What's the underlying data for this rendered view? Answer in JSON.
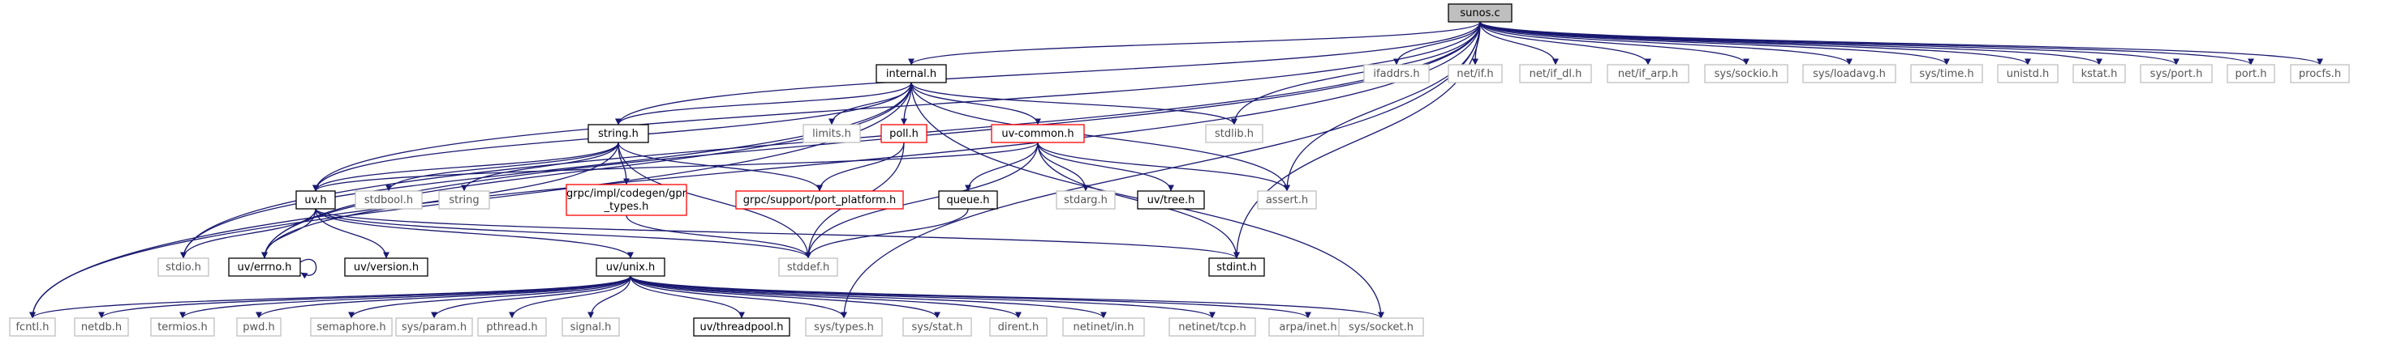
{
  "colors": {
    "edge": "#191970",
    "border_default": "#000000",
    "border_missing": "#bfbfbf",
    "border_red": "#ff0000",
    "root_fill": "#bfbfbf",
    "text_default": "#000000",
    "text_missing": "#555555"
  },
  "nodes": [
    {
      "id": "sunos_c",
      "label": "sunos.c",
      "kind": "root"
    },
    {
      "id": "internal_h",
      "label": "internal.h",
      "kind": "normal"
    },
    {
      "id": "ifaddrs_h",
      "label": "ifaddrs.h",
      "kind": "missing"
    },
    {
      "id": "net_if_h",
      "label": "net/if.h",
      "kind": "missing"
    },
    {
      "id": "net_if_dl_h",
      "label": "net/if_dl.h",
      "kind": "missing"
    },
    {
      "id": "net_if_arp_h",
      "label": "net/if_arp.h",
      "kind": "missing"
    },
    {
      "id": "sys_sockio_h",
      "label": "sys/sockio.h",
      "kind": "missing"
    },
    {
      "id": "sys_loadavg_h",
      "label": "sys/loadavg.h",
      "kind": "missing"
    },
    {
      "id": "sys_time_h",
      "label": "sys/time.h",
      "kind": "missing"
    },
    {
      "id": "unistd_h",
      "label": "unistd.h",
      "kind": "missing"
    },
    {
      "id": "kstat_h",
      "label": "kstat.h",
      "kind": "missing"
    },
    {
      "id": "sys_port_h",
      "label": "sys/port.h",
      "kind": "missing"
    },
    {
      "id": "port_h",
      "label": "port.h",
      "kind": "missing"
    },
    {
      "id": "procfs_h",
      "label": "procfs.h",
      "kind": "missing"
    },
    {
      "id": "limits_h",
      "label": "limits.h",
      "kind": "missing"
    },
    {
      "id": "poll_h",
      "label": "poll.h",
      "kind": "red"
    },
    {
      "id": "uv_common_h",
      "label": "uv-common.h",
      "kind": "red"
    },
    {
      "id": "stdlib_h",
      "label": "stdlib.h",
      "kind": "missing"
    },
    {
      "id": "string_h",
      "label": "string.h",
      "kind": "normal"
    },
    {
      "id": "uv_h",
      "label": "uv.h",
      "kind": "normal"
    },
    {
      "id": "stdbool_h",
      "label": "stdbool.h",
      "kind": "missing"
    },
    {
      "id": "string",
      "label": "string",
      "kind": "missing"
    },
    {
      "id": "grpc_gpr_types_h",
      "label": [
        "grpc/impl/codegen/gpr",
        "_types.h"
      ],
      "kind": "red"
    },
    {
      "id": "grpc_port_platform_h",
      "label": "grpc/support/port_platform.h",
      "kind": "red"
    },
    {
      "id": "queue_h",
      "label": "queue.h",
      "kind": "normal"
    },
    {
      "id": "stdarg_h",
      "label": "stdarg.h",
      "kind": "missing"
    },
    {
      "id": "uv_tree_h",
      "label": "uv/tree.h",
      "kind": "normal"
    },
    {
      "id": "assert_h",
      "label": "assert.h",
      "kind": "missing"
    },
    {
      "id": "stdio_h",
      "label": "stdio.h",
      "kind": "missing"
    },
    {
      "id": "uv_errno_h",
      "label": "uv/errno.h",
      "kind": "normal"
    },
    {
      "id": "uv_version_h",
      "label": "uv/version.h",
      "kind": "normal"
    },
    {
      "id": "stddef_h",
      "label": "stddef.h",
      "kind": "missing"
    },
    {
      "id": "stdint_h",
      "label": "stdint.h",
      "kind": "normal"
    },
    {
      "id": "uv_unix_h",
      "label": "uv/unix.h",
      "kind": "normal"
    },
    {
      "id": "fcntl_h",
      "label": "fcntl.h",
      "kind": "missing"
    },
    {
      "id": "netdb_h",
      "label": "netdb.h",
      "kind": "missing"
    },
    {
      "id": "termios_h",
      "label": "termios.h",
      "kind": "missing"
    },
    {
      "id": "pwd_h",
      "label": "pwd.h",
      "kind": "missing"
    },
    {
      "id": "semaphore_h",
      "label": "semaphore.h",
      "kind": "missing"
    },
    {
      "id": "sys_param_h",
      "label": "sys/param.h",
      "kind": "missing"
    },
    {
      "id": "pthread_h",
      "label": "pthread.h",
      "kind": "missing"
    },
    {
      "id": "signal_h",
      "label": "signal.h",
      "kind": "missing"
    },
    {
      "id": "uv_threadpool_h",
      "label": "uv/threadpool.h",
      "kind": "normal"
    },
    {
      "id": "sys_types_h",
      "label": "sys/types.h",
      "kind": "missing"
    },
    {
      "id": "sys_stat_h",
      "label": "sys/stat.h",
      "kind": "missing"
    },
    {
      "id": "dirent_h",
      "label": "dirent.h",
      "kind": "missing"
    },
    {
      "id": "netinet_in_h",
      "label": "netinet/in.h",
      "kind": "missing"
    },
    {
      "id": "netinet_tcp_h",
      "label": "netinet/tcp.h",
      "kind": "missing"
    },
    {
      "id": "arpa_inet_h",
      "label": "arpa/inet.h",
      "kind": "missing"
    },
    {
      "id": "sys_socket_h",
      "label": "sys/socket.h",
      "kind": "missing"
    }
  ],
  "edges": [
    [
      "sunos_c",
      "internal_h"
    ],
    [
      "sunos_c",
      "ifaddrs_h"
    ],
    [
      "sunos_c",
      "net_if_h"
    ],
    [
      "sunos_c",
      "net_if_dl_h"
    ],
    [
      "sunos_c",
      "net_if_arp_h"
    ],
    [
      "sunos_c",
      "sys_sockio_h"
    ],
    [
      "sunos_c",
      "sys_loadavg_h"
    ],
    [
      "sunos_c",
      "sys_time_h"
    ],
    [
      "sunos_c",
      "unistd_h"
    ],
    [
      "sunos_c",
      "kstat_h"
    ],
    [
      "sunos_c",
      "sys_port_h"
    ],
    [
      "sunos_c",
      "port_h"
    ],
    [
      "sunos_c",
      "procfs_h"
    ],
    [
      "sunos_c",
      "stdio_h"
    ],
    [
      "sunos_c",
      "uv_errno_h"
    ],
    [
      "sunos_c",
      "string_h"
    ],
    [
      "sunos_c",
      "uv_h"
    ],
    [
      "sunos_c",
      "stdlib_h"
    ],
    [
      "sunos_c",
      "assert_h"
    ],
    [
      "sunos_c",
      "stdint_h"
    ],
    [
      "sunos_c",
      "fcntl_h"
    ],
    [
      "sunos_c",
      "sys_types_h"
    ],
    [
      "internal_h",
      "limits_h"
    ],
    [
      "internal_h",
      "poll_h"
    ],
    [
      "internal_h",
      "uv_common_h"
    ],
    [
      "internal_h",
      "stdlib_h"
    ],
    [
      "internal_h",
      "string_h"
    ],
    [
      "internal_h",
      "uv_h"
    ],
    [
      "internal_h",
      "stdio_h"
    ],
    [
      "internal_h",
      "uv_errno_h"
    ],
    [
      "internal_h",
      "assert_h"
    ],
    [
      "internal_h",
      "fcntl_h"
    ],
    [
      "internal_h",
      "sys_socket_h"
    ],
    [
      "string_h",
      "uv_h"
    ],
    [
      "string_h",
      "stdbool_h"
    ],
    [
      "string_h",
      "string"
    ],
    [
      "string_h",
      "grpc_gpr_types_h"
    ],
    [
      "string_h",
      "grpc_port_platform_h"
    ],
    [
      "string_h",
      "stddef_h"
    ],
    [
      "string_h",
      "uv_errno_h"
    ],
    [
      "poll_h",
      "grpc_port_platform_h"
    ],
    [
      "poll_h",
      "stddef_h"
    ],
    [
      "uv_common_h",
      "uv_h"
    ],
    [
      "uv_common_h",
      "queue_h"
    ],
    [
      "uv_common_h",
      "stdarg_h"
    ],
    [
      "uv_common_h",
      "uv_tree_h"
    ],
    [
      "uv_common_h",
      "assert_h"
    ],
    [
      "uv_common_h",
      "stddef_h"
    ],
    [
      "uv_common_h",
      "stdint_h"
    ],
    [
      "grpc_gpr_types_h",
      "stddef_h"
    ],
    [
      "queue_h",
      "stddef_h"
    ],
    [
      "uv_h",
      "stdio_h"
    ],
    [
      "uv_h",
      "uv_errno_h"
    ],
    [
      "uv_h",
      "uv_version_h"
    ],
    [
      "uv_h",
      "stddef_h"
    ],
    [
      "uv_h",
      "stdint_h"
    ],
    [
      "uv_h",
      "uv_unix_h"
    ],
    [
      "uv_errno_h",
      "uv_errno_h"
    ],
    [
      "uv_unix_h",
      "fcntl_h"
    ],
    [
      "uv_unix_h",
      "netdb_h"
    ],
    [
      "uv_unix_h",
      "termios_h"
    ],
    [
      "uv_unix_h",
      "pwd_h"
    ],
    [
      "uv_unix_h",
      "semaphore_h"
    ],
    [
      "uv_unix_h",
      "sys_param_h"
    ],
    [
      "uv_unix_h",
      "pthread_h"
    ],
    [
      "uv_unix_h",
      "signal_h"
    ],
    [
      "uv_unix_h",
      "uv_threadpool_h"
    ],
    [
      "uv_unix_h",
      "sys_types_h"
    ],
    [
      "uv_unix_h",
      "sys_stat_h"
    ],
    [
      "uv_unix_h",
      "dirent_h"
    ],
    [
      "uv_unix_h",
      "netinet_in_h"
    ],
    [
      "uv_unix_h",
      "netinet_tcp_h"
    ],
    [
      "uv_unix_h",
      "arpa_inet_h"
    ],
    [
      "uv_unix_h",
      "sys_socket_h"
    ]
  ]
}
